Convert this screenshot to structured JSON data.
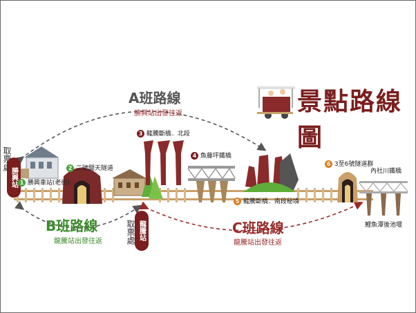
{
  "title": "景點路線圖",
  "routes": {
    "a": {
      "title": "A班路線",
      "subtitle": "勝興站出發往返"
    },
    "b": {
      "title": "B班路線",
      "subtitle": "龍騰站出發往返"
    },
    "c": {
      "title": "C班路線",
      "subtitle": "龍騰站出發往返"
    }
  },
  "stations": {
    "shengxing": {
      "pill": "勝興站",
      "pickup": "取票處"
    },
    "longteng": {
      "pill": "龍騰站",
      "pickup": "取票處"
    }
  },
  "stops": [
    {
      "num": "1",
      "label": "勝興車站(老街)"
    },
    {
      "num": "2",
      "label": "二號開天隧道"
    },
    {
      "num": "3",
      "label": "龍騰斷橋．北段"
    },
    {
      "num": "4",
      "label": "魚藤坪鐵橋"
    },
    {
      "num": "5",
      "label": "龍騰斷橋．南段秘境"
    },
    {
      "num": "6",
      "label": "3至6號隧道群"
    }
  ],
  "extra_labels": {
    "neishe": "內社川鐵橋",
    "liyu": "鯉魚潭後池堰"
  },
  "colors": {
    "brand": "#7a1e1e",
    "stop_green": "#4aa23b",
    "stop_orange": "#e07a1f",
    "track": "#c9a06a",
    "pillar": "#8a2a2a"
  }
}
